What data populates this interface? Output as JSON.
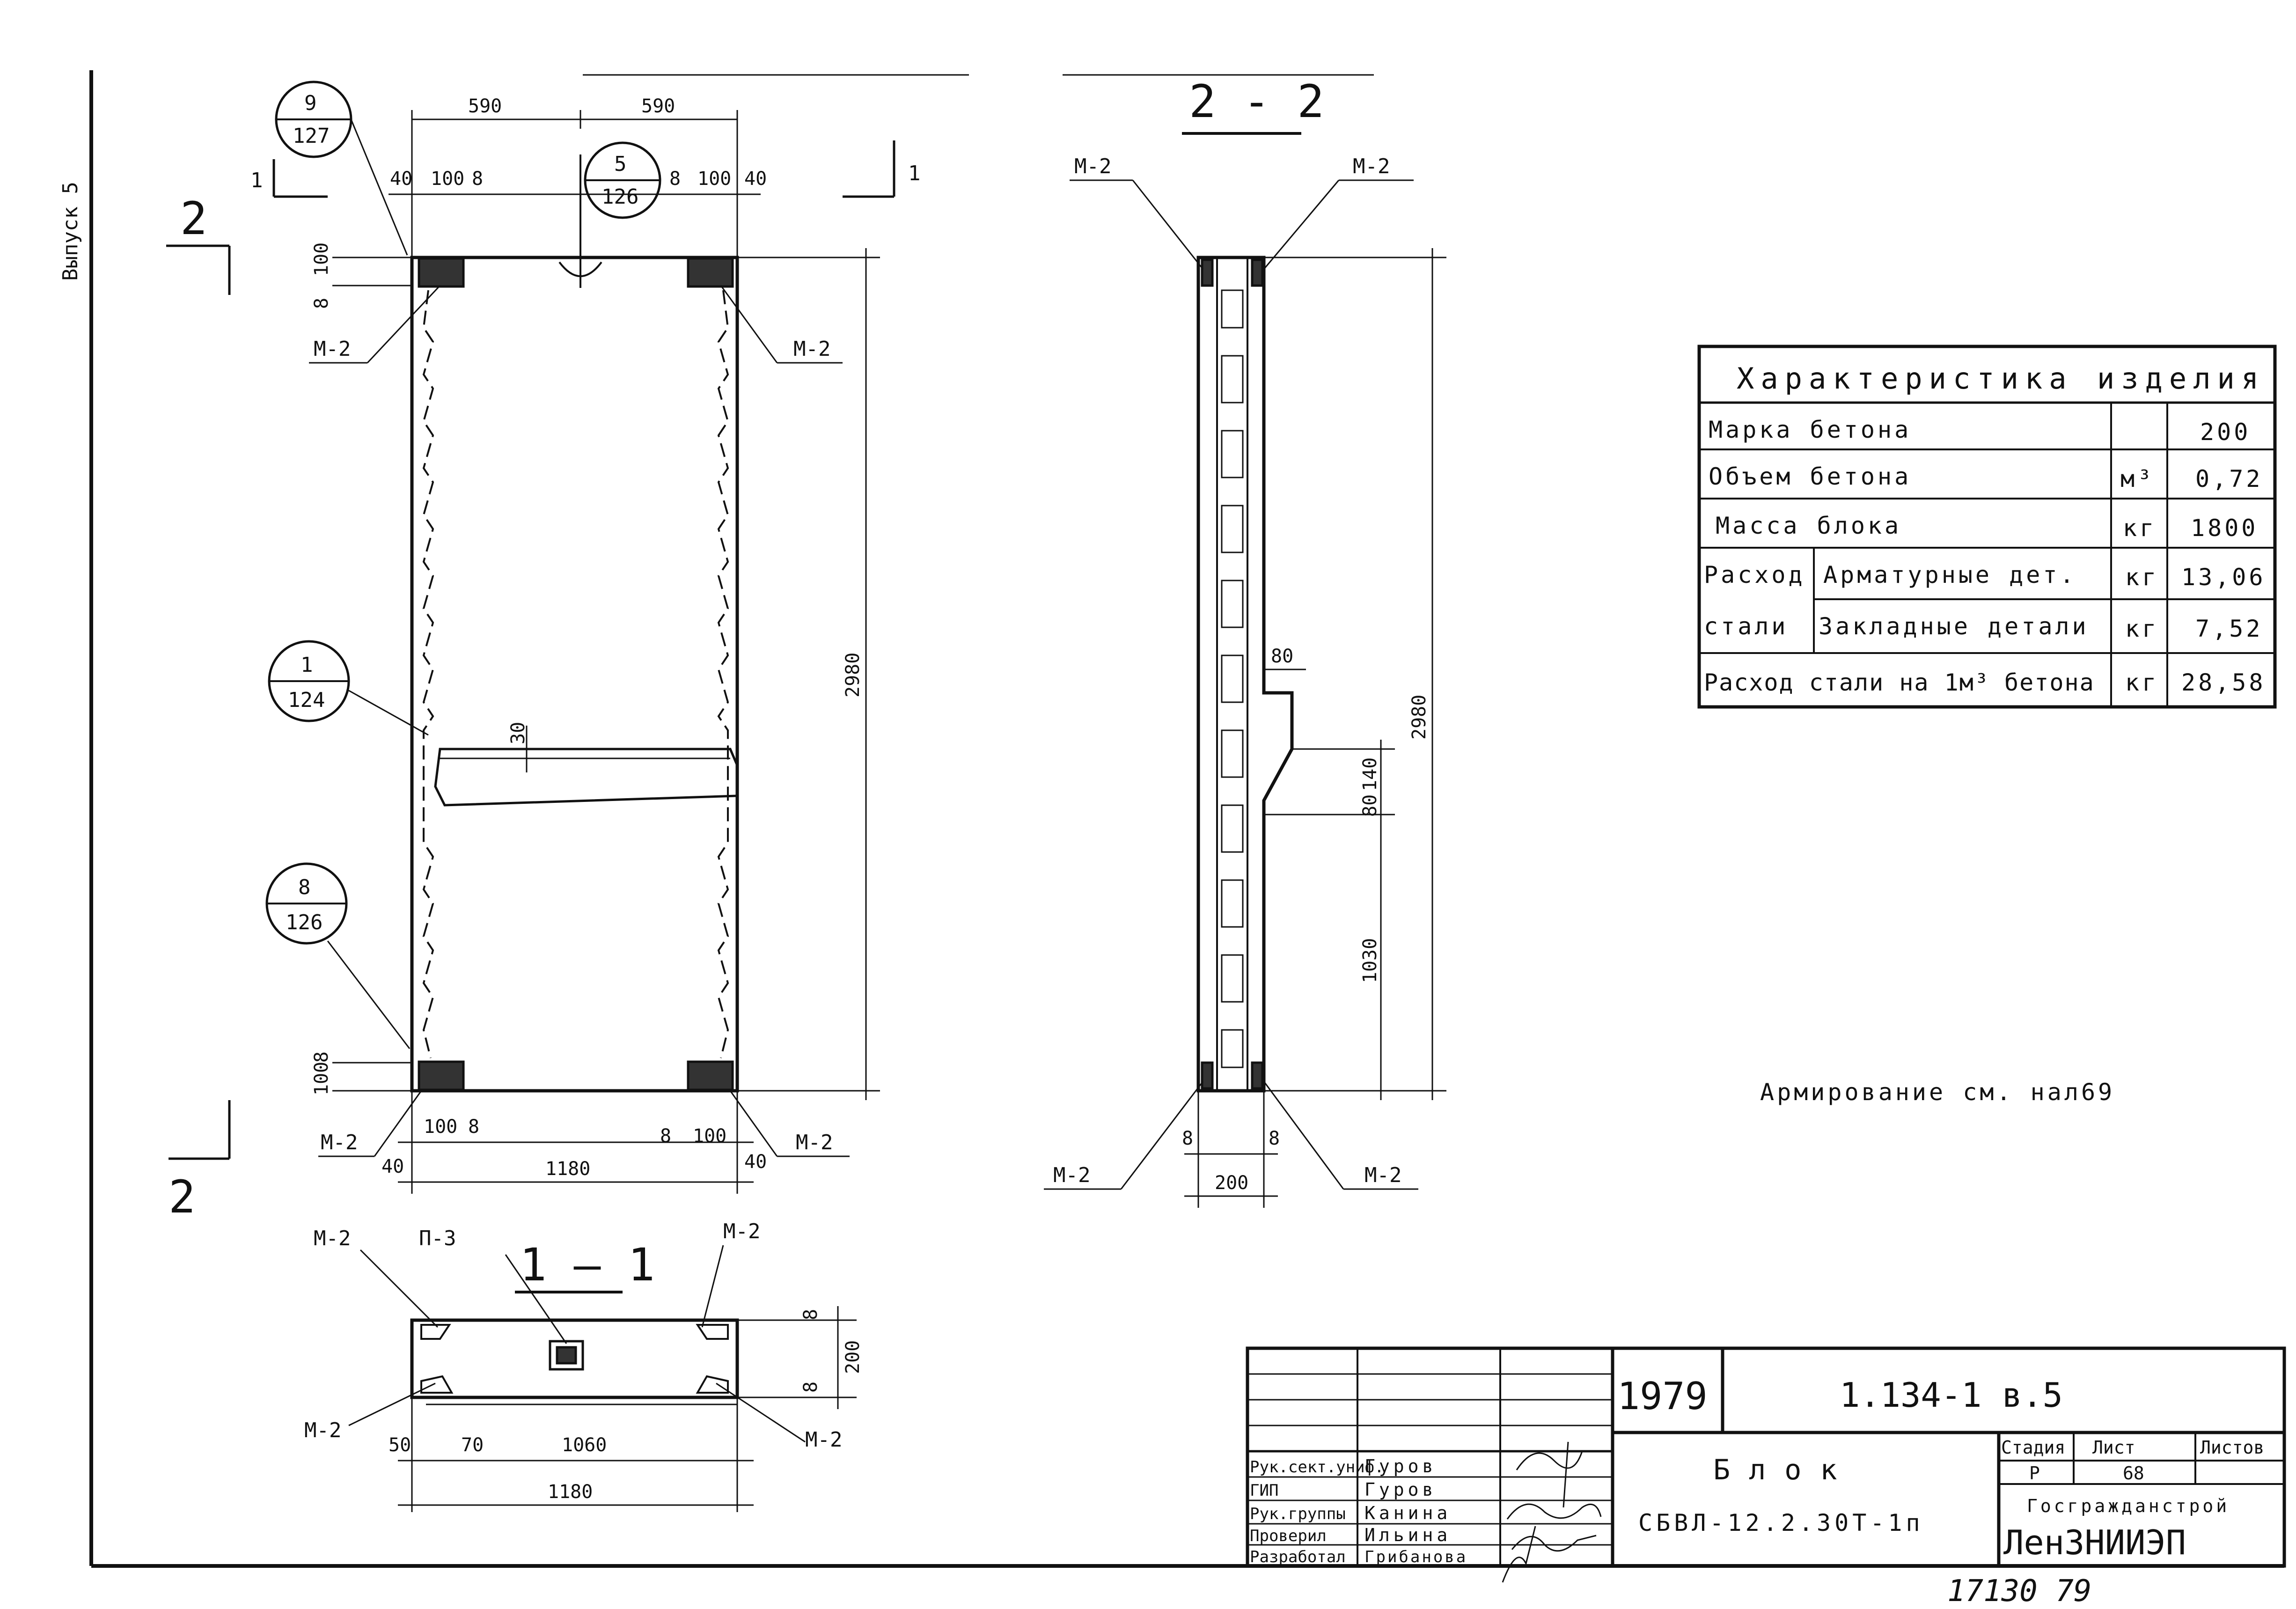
{
  "sheet": {
    "side_label": "Выпуск 5",
    "footer_number": "17130  79"
  },
  "front_view": {
    "dims_top": [
      "590",
      "590"
    ],
    "dims_small_left": [
      "40",
      "100",
      "8"
    ],
    "dims_small_right": [
      "8",
      "100",
      "40"
    ],
    "dim_left_top": [
      "8",
      "100"
    ],
    "dim_left_bottom": [
      "100",
      "8"
    ],
    "dim_height": "2980",
    "dim_rib": "30",
    "dims_bottom_small_left": [
      "40",
      "100",
      "8"
    ],
    "dims_bottom_small_right": [
      "8",
      "100",
      "40"
    ],
    "dim_bottom": "1180",
    "section_mark_1": "1",
    "section_mark_2": "2",
    "callouts": [
      {
        "top": "9",
        "bottom": "127"
      },
      {
        "top": "5",
        "bottom": "126"
      },
      {
        "top": "1",
        "bottom": "124"
      },
      {
        "top": "8",
        "bottom": "126"
      }
    ],
    "m2": "М-2"
  },
  "section_22": {
    "title": "2 - 2",
    "m2": "М-2",
    "dim_height": "2980",
    "dim_80": "80",
    "dim_140": "140",
    "dim_80b": "80",
    "dim_1030": "1030",
    "dim_200": "200",
    "dim_8a": "8",
    "dim_8b": "8"
  },
  "section_11": {
    "title": "1 — 1",
    "p3": "П-3",
    "m2": "М-2",
    "dim_8a": "8",
    "dim_200": "200",
    "dim_8b": "8",
    "dim_50": "50",
    "dim_70": "70",
    "dim_1060": "1060",
    "dim_1180": "1180"
  },
  "char_table": {
    "title": "Характеристика изделия",
    "rows": [
      {
        "label": "Марка бетона",
        "unit": "",
        "value": "200"
      },
      {
        "label": "Объем бетона",
        "unit": "м³",
        "value": "0,72"
      },
      {
        "label": "Масса блока",
        "unit": "кг",
        "value": "1800"
      },
      {
        "group": "Расход",
        "label": "Арматурные дет.",
        "unit": "кг",
        "value": "13,06"
      },
      {
        "group": "стали",
        "label": "Закладные детали",
        "unit": "кг",
        "value": "7,52"
      },
      {
        "label": "Расход стали на 1м³ бетона",
        "unit": "кг",
        "value": "28,58"
      }
    ]
  },
  "note": "Армирование см. нал69",
  "title_block": {
    "year": "1979",
    "series": "1.134-1  в.5",
    "name_line1": "Блок",
    "name_line2": "СБВЛ-12.2.30Т-1п",
    "stage_header": "Стадия",
    "sheet_header": "Лист",
    "sheets_header": "Листов",
    "stage": "Р",
    "sheet": "68",
    "sheets": "",
    "org_line1": "Госгражданстрой",
    "org_line2": "ЛенЗНИИЭП",
    "people": [
      {
        "role": "Рук.сект.униф.",
        "name": "Гуров"
      },
      {
        "role": "ГИП",
        "name": "Гуров"
      },
      {
        "role": "Рук.группы",
        "name": "Канина"
      },
      {
        "role": "Проверил",
        "name": "Ильина"
      },
      {
        "role": "Разработал",
        "name": "Грибанова"
      }
    ]
  }
}
